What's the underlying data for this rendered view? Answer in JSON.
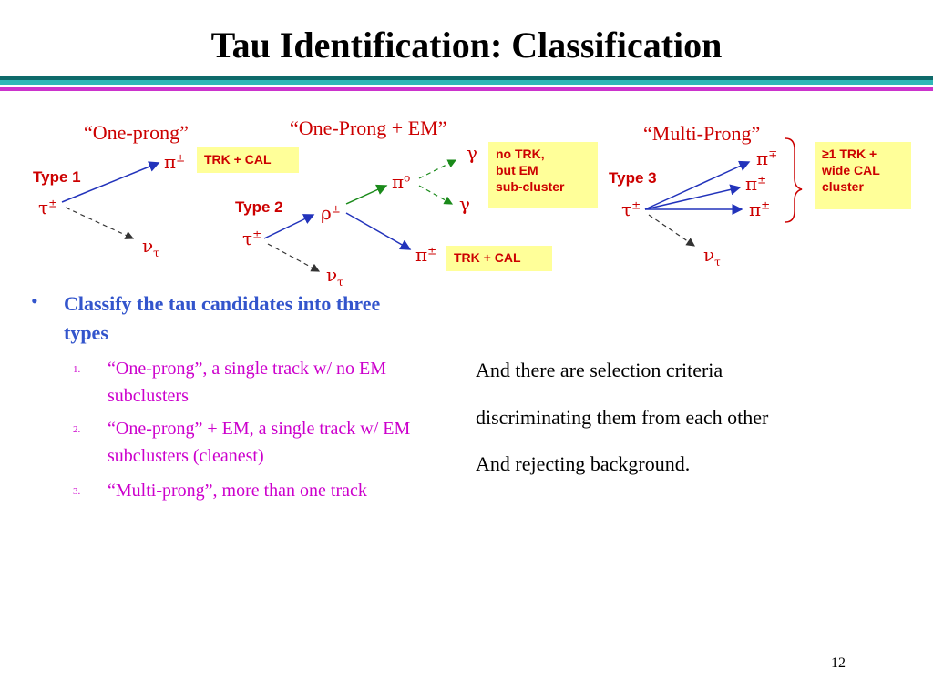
{
  "title": "Tau Identification: Classification",
  "colors": {
    "bar_dark_teal": "#0e6a6a",
    "bar_teal": "#2fb8b8",
    "bar_magenta": "#cc33cc",
    "accent_red": "#cc0000",
    "arrow_blue": "#2233bb",
    "arrow_green": "#1a8a1a",
    "box_fill": "#ffff99"
  },
  "diagram": {
    "one_prong_label": "“One-prong”",
    "one_prong_em_label": "“One-Prong + EM”",
    "multi_prong_label": "“Multi-Prong”",
    "type1": "Type 1",
    "type2": "Type 2",
    "type3": "Type 3",
    "tau": "τ",
    "pm": "±",
    "pi": "π",
    "pi0": "π",
    "zero": "o",
    "rho": "ρ",
    "nu": "ν",
    "nu_sub": "τ",
    "gamma": "γ",
    "mp": "∓",
    "box1": "TRK + CAL",
    "box2_line1": "no TRK,",
    "box2_line2": "but EM",
    "box2_line3": "sub-cluster",
    "box3": "TRK + CAL",
    "box4_line1": "≥1 TRK +",
    "box4_line2": "wide CAL",
    "box4_line3": "cluster"
  },
  "bullet": {
    "dot": "•",
    "text": "Classify the tau candidates into three types",
    "items": [
      {
        "num": "1.",
        "text": "“One-prong”, a single track w/ no EM subclusters"
      },
      {
        "num": "2.",
        "text": "“One-prong” + EM, a single track w/ EM subclusters (cleanest)"
      },
      {
        "num": "3.",
        "text": "“Multi-prong”, more than one track"
      }
    ]
  },
  "right_text": [
    "And there are selection criteria",
    "discriminating them from each other",
    "And rejecting background."
  ],
  "page_number": "12"
}
